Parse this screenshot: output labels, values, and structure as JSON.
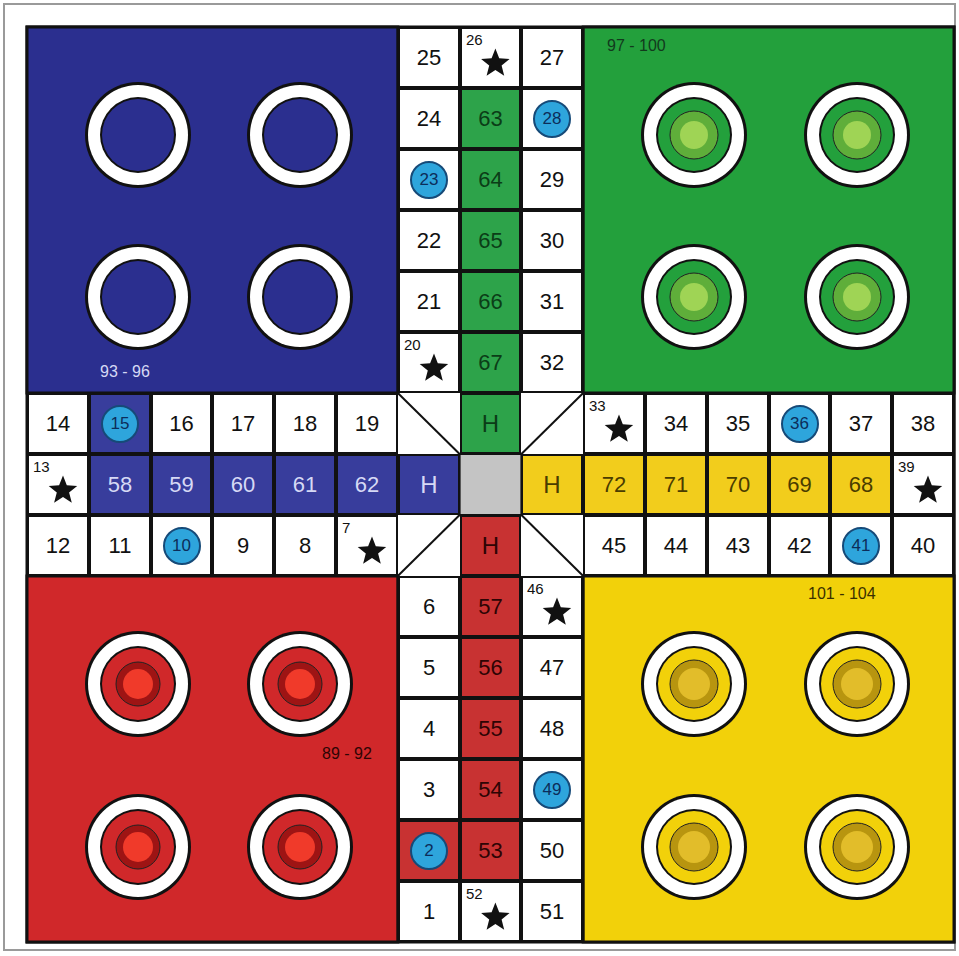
{
  "diagram": {
    "nodes": [
      {
        "text": [
          "25"
        ]
      },
      {
        "text": [
          "26"
        ]
      },
      {
        "text": [
          "27"
        ]
      },
      {
        "text": [
          "24"
        ]
      },
      {
        "text": [
          "63"
        ]
      },
      {
        "text": [
          "28"
        ]
      },
      {
        "text": [
          "23"
        ]
      },
      {
        "text": [
          "64"
        ]
      },
      {
        "text": [
          "29"
        ]
      },
      {
        "text": [
          "22"
        ]
      },
      {
        "text": [
          "65"
        ]
      },
      {
        "text": [
          "30"
        ]
      },
      {
        "text": [
          "21"
        ]
      },
      {
        "text": [
          "66"
        ]
      },
      {
        "text": [
          "31"
        ]
      },
      {
        "text": [
          "20"
        ]
      },
      {
        "text": [
          "67"
        ]
      },
      {
        "text": [
          "32"
        ]
      },
      {
        "text": [
          "14"
        ]
      },
      {
        "text": [
          "15"
        ]
      },
      {
        "text": [
          "16"
        ]
      },
      {
        "text": [
          "17"
        ]
      },
      {
        "text": [
          "18"
        ]
      },
      {
        "text": [
          "19"
        ]
      },
      {
        "text": [
          "H"
        ]
      },
      {
        "text": [
          "33"
        ]
      },
      {
        "text": [
          "34"
        ]
      },
      {
        "text": [
          "35"
        ]
      },
      {
        "text": [
          "36"
        ]
      },
      {
        "text": [
          "37"
        ]
      },
      {
        "text": [
          "38"
        ]
      },
      {
        "text": [
          "13"
        ]
      },
      {
        "text": [
          "58"
        ]
      },
      {
        "text": [
          "59"
        ]
      },
      {
        "text": [
          "60"
        ]
      },
      {
        "text": [
          "61"
        ]
      },
      {
        "text": [
          "62"
        ]
      },
      {
        "text": [
          "H"
        ]
      },
      {
        "text": [
          "H"
        ]
      },
      {
        "text": [
          "72"
        ]
      },
      {
        "text": [
          "71"
        ]
      },
      {
        "text": [
          "70"
        ]
      },
      {
        "text": [
          "69"
        ]
      },
      {
        "text": [
          "68"
        ]
      },
      {
        "text": [
          "39"
        ]
      },
      {
        "text": [
          "12"
        ]
      },
      {
        "text": [
          "11"
        ]
      },
      {
        "text": [
          "10"
        ]
      },
      {
        "text": [
          "9"
        ]
      },
      {
        "text": [
          "8"
        ]
      },
      {
        "text": [
          "7"
        ]
      },
      {
        "text": [
          "H"
        ]
      },
      {
        "text": [
          "45"
        ]
      },
      {
        "text": [
          "44"
        ]
      },
      {
        "text": [
          "43"
        ]
      },
      {
        "text": [
          "42"
        ]
      },
      {
        "text": [
          "41"
        ]
      },
      {
        "text": [
          "40"
        ]
      },
      {
        "text": [
          "6"
        ]
      },
      {
        "text": [
          "57"
        ]
      },
      {
        "text": [
          "46"
        ]
      },
      {
        "text": [
          "5"
        ]
      },
      {
        "text": [
          "56"
        ]
      },
      {
        "text": [
          "47"
        ]
      },
      {
        "text": [
          "4"
        ]
      },
      {
        "text": [
          "55"
        ]
      },
      {
        "text": [
          "48"
        ]
      },
      {
        "text": [
          "3"
        ]
      },
      {
        "text": [
          "54"
        ]
      },
      {
        "text": [
          "49"
        ]
      },
      {
        "text": [
          "2"
        ]
      },
      {
        "text": [
          "53"
        ]
      },
      {
        "text": [
          "50"
        ]
      },
      {
        "text": [
          "1"
        ]
      },
      {
        "text": [
          "52"
        ]
      },
      {
        "text": [
          "51"
        ]
      }
    ],
    "labels": [
      "97 - 100",
      "93 - 96",
      "89 - 92",
      "101 - 104"
    ]
  }
}
